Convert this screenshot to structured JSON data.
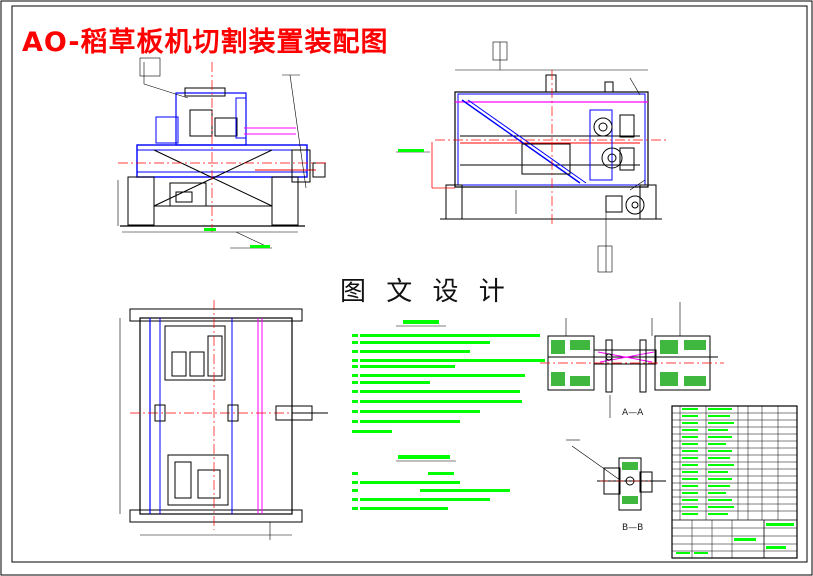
{
  "drawing": {
    "title": "AO-稻草板机切割装置装配图",
    "watermark": "图 文 设 计",
    "section_labels": [
      "A—A",
      "B—B"
    ],
    "colors": {
      "border": "#000000",
      "title": "#ff0000",
      "steel": "#0000ff",
      "red_line": "#ff0000",
      "magenta": "#ff00ff",
      "hatch": "#00a000",
      "text_bar": "#00ff00",
      "outline": "#000000"
    }
  }
}
